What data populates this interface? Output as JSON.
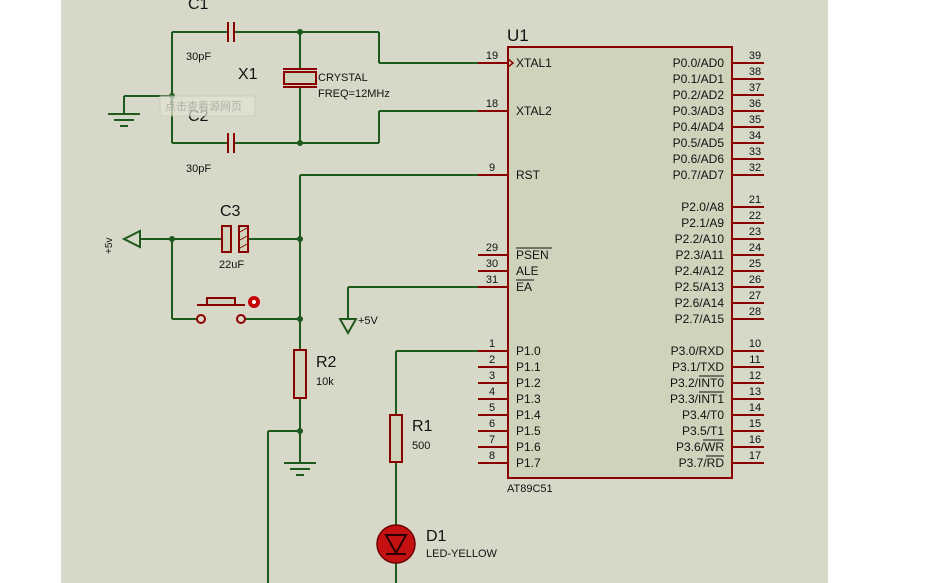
{
  "window": {
    "background": "#ffffff",
    "sheet_color": "#d8d8c8",
    "wire_color": "#1e5a1e",
    "pin_color": "#8b0000",
    "body_color": "#cfd3bc"
  },
  "u1": {
    "ref": "U1",
    "part": "AT89C51",
    "left_pins": [
      {
        "num": "19",
        "name": "XTAL1"
      },
      {
        "num": "18",
        "name": "XTAL2"
      },
      {
        "num": "9",
        "name": "RST"
      },
      {
        "num": "29",
        "name": "PSEN"
      },
      {
        "num": "30",
        "name": "ALE"
      },
      {
        "num": "31",
        "name": "EA"
      },
      {
        "num": "1",
        "name": "P1.0"
      },
      {
        "num": "2",
        "name": "P1.1"
      },
      {
        "num": "3",
        "name": "P1.2"
      },
      {
        "num": "4",
        "name": "P1.3"
      },
      {
        "num": "5",
        "name": "P1.4"
      },
      {
        "num": "6",
        "name": "P1.5"
      },
      {
        "num": "7",
        "name": "P1.6"
      },
      {
        "num": "8",
        "name": "P1.7"
      }
    ],
    "right_pins": [
      {
        "num": "39",
        "name": "P0.0/AD0"
      },
      {
        "num": "38",
        "name": "P0.1/AD1"
      },
      {
        "num": "37",
        "name": "P0.2/AD2"
      },
      {
        "num": "36",
        "name": "P0.3/AD3"
      },
      {
        "num": "35",
        "name": "P0.4/AD4"
      },
      {
        "num": "34",
        "name": "P0.5/AD5"
      },
      {
        "num": "33",
        "name": "P0.6/AD6"
      },
      {
        "num": "32",
        "name": "P0.7/AD7"
      },
      {
        "num": "21",
        "name": "P2.0/A8"
      },
      {
        "num": "22",
        "name": "P2.1/A9"
      },
      {
        "num": "23",
        "name": "P2.2/A10"
      },
      {
        "num": "24",
        "name": "P2.3/A11"
      },
      {
        "num": "25",
        "name": "P2.4/A12"
      },
      {
        "num": "26",
        "name": "P2.5/A13"
      },
      {
        "num": "27",
        "name": "P2.6/A14"
      },
      {
        "num": "28",
        "name": "P2.7/A15"
      },
      {
        "num": "10",
        "name": "P3.0/RXD"
      },
      {
        "num": "11",
        "name": "P3.1/TXD"
      },
      {
        "num": "12",
        "name": "P3.2/INT0"
      },
      {
        "num": "13",
        "name": "P3.3/INT1"
      },
      {
        "num": "14",
        "name": "P3.4/T0"
      },
      {
        "num": "15",
        "name": "P3.5/T1"
      },
      {
        "num": "16",
        "name": "P3.6/WR"
      },
      {
        "num": "17",
        "name": "P3.7/RD"
      }
    ]
  },
  "c1": {
    "ref": "C1",
    "value": "30pF"
  },
  "c2": {
    "ref": "C2",
    "value": "30pF"
  },
  "c3": {
    "ref": "C3",
    "value": "22uF"
  },
  "x1": {
    "ref": "X1",
    "part": "CRYSTAL",
    "freq": "FREQ=12MHz"
  },
  "r1": {
    "ref": "R1",
    "value": "500"
  },
  "r2": {
    "ref": "R2",
    "value": "10k"
  },
  "d1": {
    "ref": "D1",
    "part": "LED-YELLOW"
  },
  "power": {
    "vcc_left": "+5v",
    "vcc_ea": "+5V"
  },
  "watermark": "点击查看源网页"
}
